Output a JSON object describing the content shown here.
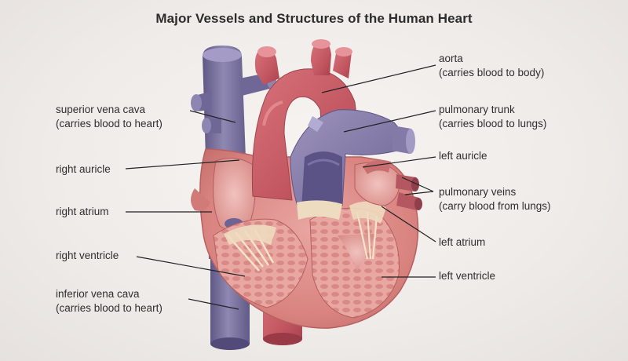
{
  "title": "Major Vessels and Structures of the Human Heart",
  "colors": {
    "background": "#f2eeec",
    "muscle": "#d97f7c",
    "aorta": "#c55b64",
    "vein_blue": "#7f77a2",
    "pulmonary": "#8e83ad",
    "inner_chamber": "#e8a3a0",
    "valve": "#eedcc0",
    "leader_line": "#222222"
  },
  "labels": {
    "aorta": {
      "line1": "aorta",
      "line2": "(carries blood to body)"
    },
    "superior_vena_cava": {
      "line1": "superior vena cava",
      "line2": "(carries blood to heart)"
    },
    "pulmonary_trunk": {
      "line1": "pulmonary trunk",
      "line2": "(carries blood to lungs)"
    },
    "left_auricle": {
      "line1": "left auricle"
    },
    "right_auricle": {
      "line1": "right auricle"
    },
    "pulmonary_veins": {
      "line1": "pulmonary veins",
      "line2": "(carry blood from lungs)"
    },
    "right_atrium": {
      "line1": "right atrium"
    },
    "left_atrium": {
      "line1": "left atrium"
    },
    "right_ventricle": {
      "line1": "right ventricle"
    },
    "left_ventricle": {
      "line1": "left ventricle"
    },
    "inferior_vena_cava": {
      "line1": "inferior vena cava",
      "line2": "(carries blood to heart)"
    }
  }
}
